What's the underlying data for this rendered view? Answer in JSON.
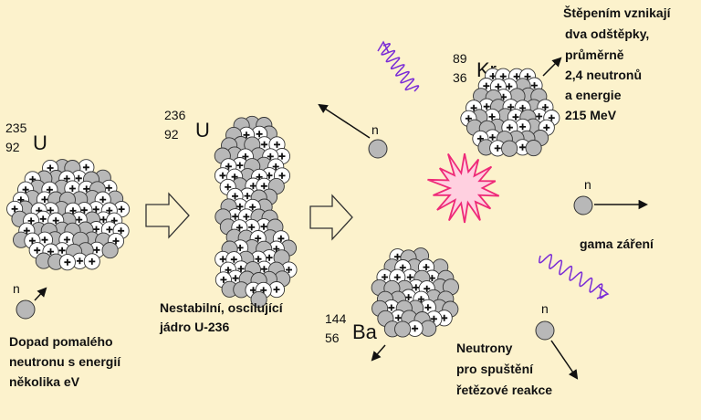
{
  "uranium235": {
    "mass": "235",
    "atomic": "92",
    "symbol": "U"
  },
  "uranium236": {
    "mass": "236",
    "atomic": "92",
    "symbol": "U"
  },
  "krypton": {
    "mass": "89",
    "atomic": "36",
    "symbol": "Kr"
  },
  "barium": {
    "mass": "144",
    "atomic": "56",
    "symbol": "Ba"
  },
  "neutron_label": "n",
  "captions": {
    "impact": [
      "Dopad pomalého",
      "neutronu s energií",
      "několika eV"
    ],
    "unstable": [
      "Nestabilní, oscilující",
      "jádro U-236"
    ],
    "fission": [
      "Štěpením vznikají",
      "dva odštěpky,",
      "průměrně",
      "2,4 neutronů",
      "a energie",
      "215 MeV"
    ],
    "gamma": "gama záření",
    "chain": [
      "Neutrony",
      "pro spuštění",
      "řetězové reakce"
    ]
  },
  "colors": {
    "background": "#fcf2cc",
    "neutron": "#b8b8b8",
    "proton": "#ffffff",
    "gamma_wave": "#7a2cd6",
    "flash_fill": "#ffd0e0",
    "flash_stroke": "#ee2a78"
  }
}
